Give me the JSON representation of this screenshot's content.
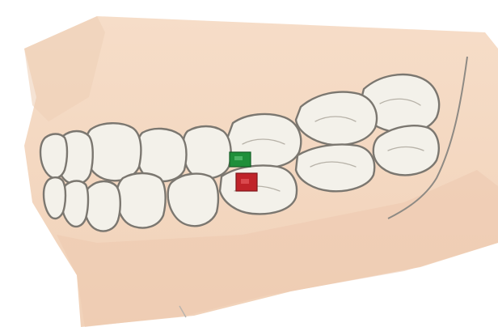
{
  "colors": {
    "background": "#ffffff",
    "gum": "#f4d9c3",
    "gum_shadow": "#e9c4a7",
    "tooth_fill": "#f3f1ea",
    "tooth_outline": "#7b7770",
    "upper_marker": "#1f8f3a",
    "lower_marker": "#c0242a"
  },
  "markers": [
    {
      "name": "upper-contact-marker",
      "color": "#1f8f3a",
      "jaw": "upper"
    },
    {
      "name": "lower-contact-marker",
      "color": "#c0242a",
      "jaw": "lower"
    }
  ],
  "icons": [
    "jaw-illustration",
    "tooth-icon"
  ]
}
